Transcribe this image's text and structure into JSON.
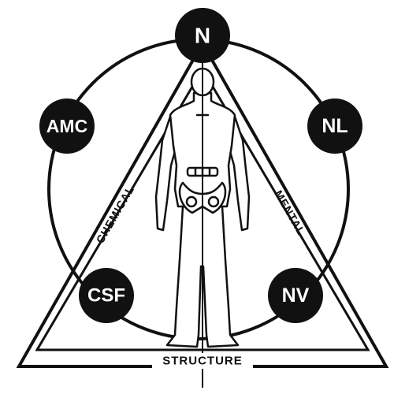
{
  "nodes": {
    "top": "N",
    "upper_left": "AMC",
    "upper_right": "NL",
    "lower_left": "CSF",
    "lower_right": "NV"
  },
  "sides": {
    "left": "CHEMICAL",
    "right": "MENTAL",
    "bottom": "STRUCTURE"
  },
  "colors": {
    "ink": "#111111",
    "background": "#ffffff"
  }
}
